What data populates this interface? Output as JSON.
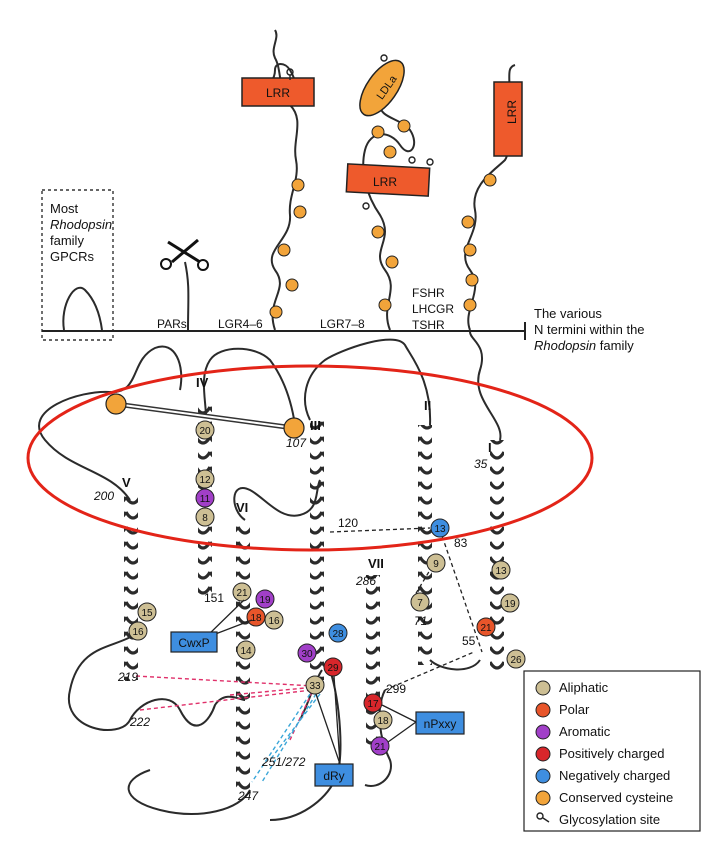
{
  "colors": {
    "aliphatic": "#cdbf94",
    "polar": "#e8552a",
    "aromatic": "#a13fc8",
    "positive": "#d8262b",
    "negative": "#3e8ee0",
    "cysteine": "#f2a43a",
    "lrr_fill": "#ee5a2c",
    "tm_loop": "#2b2b2b",
    "ellipse": "#e32418",
    "dash_pink": "#e0306a",
    "dash_blue": "#3aa6d8"
  },
  "boxes": {
    "most": [
      "Most",
      "Rhodopsin",
      "family",
      "GPCRs"
    ]
  },
  "receptors": {
    "pars": "PARs",
    "lgr46": "LGR4–6",
    "lgr78": "LGR7–8",
    "fshr": "FSHR",
    "lhcgr": "LHCGR",
    "tshr": "TSHR",
    "lrr": "LRR",
    "ldla": "LDLa"
  },
  "nterm": {
    "line1": "The various",
    "line2": "N termini within the",
    "line3": "Rhodopsin",
    "line3b": " family"
  },
  "helices": {
    "I": "I",
    "II": "II",
    "III": "III",
    "IV": "IV",
    "V": "V",
    "VI": "VI",
    "VII": "VII"
  },
  "positions": {
    "p200": "200",
    "p151": "151",
    "p107": "107",
    "p120": "120",
    "p286": "286",
    "p83": "83",
    "p71": "71",
    "p55": "55",
    "p35": "35",
    "p299": "299",
    "p219": "219",
    "p222": "222",
    "p251": "251/272",
    "p247": "247"
  },
  "residues": {
    "r20": "20",
    "r12": "12",
    "r11": "11",
    "r8": "8",
    "r15": "15",
    "r16a": "16",
    "r21a": "21",
    "r19a": "19",
    "r18a": "18",
    "r16b": "16",
    "r14": "14",
    "r28": "28",
    "r30": "30",
    "r29": "29",
    "r33": "33",
    "r13a": "13",
    "r9": "9",
    "r7": "7",
    "r17": "17",
    "r18b": "18",
    "r21b": "21",
    "r13b": "13",
    "r19b": "19",
    "r21c": "21",
    "r26": "26"
  },
  "motifs": {
    "cwxp": "CwxP",
    "dry": "dRy",
    "npxxy": "nPxxy"
  },
  "legend": {
    "aliphatic": "Aliphatic",
    "polar": "Polar",
    "aromatic": "Aromatic",
    "positive": "Positively charged",
    "negative": "Negatively charged",
    "cysteine": "Conserved cysteine",
    "glyco": "Glycosylation site"
  }
}
